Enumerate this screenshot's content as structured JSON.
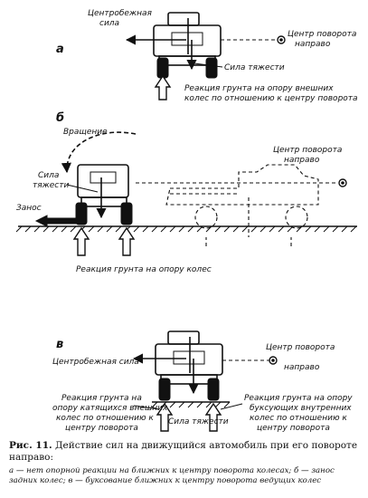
{
  "panels": {
    "a": {
      "letter": "а",
      "centrifugal_l1": "Центробежная",
      "centrifugal_l2": "сила",
      "turn_center_l1": "Центр поворота",
      "turn_center_l2": "направо",
      "gravity": "Сила тяжести",
      "reaction_l1": "Реакция грунта на опору внешних",
      "reaction_l2": "колес по отношению к центру поворота"
    },
    "b": {
      "letter": "б",
      "rotation": "Вращение",
      "gravity_l1": "Сила",
      "gravity_l2": "тяжести",
      "skid": "Занос",
      "turn_center_l1": "Центр поворота",
      "turn_center_l2": "направо",
      "reaction": "Реакция грунта на опору колес"
    },
    "v": {
      "letter": "в",
      "centrifugal": "Центробежная сила",
      "turn_center_l1": "Центр поворота",
      "turn_center_l2": "направо",
      "reaction_left_l1": "Реакция грунта на",
      "reaction_left_l2": "опору катящихся внешних",
      "reaction_left_l3": "колес по отношению к",
      "reaction_left_l4": "центру поворота",
      "gravity": "Сила тяжести",
      "reaction_right_l1": "Реакция грунта на опору",
      "reaction_right_l2": "буксующих внутренних",
      "reaction_right_l3": "колес по отношению к",
      "reaction_right_l4": "центру поворота"
    }
  },
  "caption": {
    "number": "Рис. 11.",
    "title": "Действие сил на движущийся автомобиль при его повороте направо:",
    "sub": "а — нет опорной реакции на ближних к центру поворота колесах; б — занос задних колес; в — буксование ближних к центру поворота ведущих колес"
  }
}
